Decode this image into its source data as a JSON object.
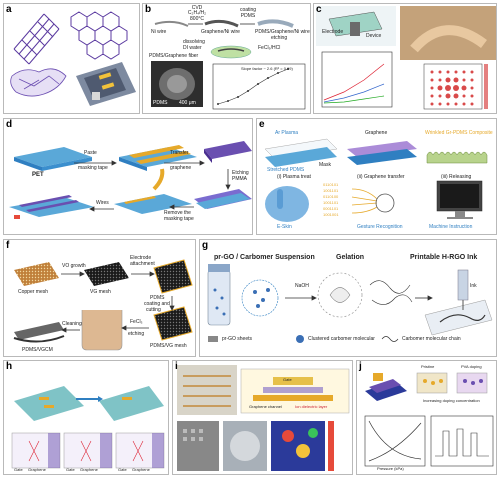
{
  "panels": {
    "a": {
      "label": "a"
    },
    "b": {
      "label": "b",
      "cvd": "CVD",
      "gas": "C₂H₄/H₂",
      "temp": "800°C",
      "coating": "coating",
      "pdms": "PDMS",
      "etching": "etching",
      "ni_wire": "Ni wire",
      "graphene_ni_wire": "Graphene/Ni wire",
      "pdms_graphene_ni_wire": "PDMS/Graphene/Ni wire",
      "dissolving": "dissolving",
      "di_water": "DI water",
      "fecl3_hcl": "FeCl₃/HCl",
      "pdms_graphene_fiber": "PDMS/Graphene fiber",
      "sem_label": "PDMS",
      "scale": "400 μm",
      "plot_note": "Slope factor ~ 2.6 (R² = 0.99)"
    },
    "c": {
      "label": "c",
      "electrode": "Electrode",
      "device": "Device"
    },
    "d": {
      "label": "d",
      "pet": "PET",
      "paste": "Paste",
      "masking_tape": "masking tape",
      "transfer": "Transfer",
      "graphene": "graphene",
      "etching": "Etching",
      "pmma": "PMMA",
      "wires": "Wires",
      "remove": "Remove the",
      "masking_tape2": "masking tape"
    },
    "e": {
      "label": "e",
      "plasma": "Ar Plasma",
      "stretched": "Stretched PDMS",
      "mask": "Mask",
      "graphene": "Graphene",
      "wrinkled": "Wrinkled Gr-PDMS Composite",
      "step1": "(i) Plasma treat",
      "step2": "(ii) Graphene transfer",
      "step3": "(iii) Releasing",
      "eskin": "E-Skin",
      "gesture": "Gesture Recognition",
      "machine": "Machine Instruction",
      "binary": [
        "0110101",
        "1001101",
        "0110100",
        "1001101",
        "0001101",
        "1001001"
      ]
    },
    "f": {
      "label": "f",
      "vo_growth": "VO growth",
      "electrode": "Electrode",
      "attachment": "attachment",
      "copper_mesh": "Copper mesh",
      "vg_mesh": "VG mesh",
      "pdms_coating": "PDMS",
      "coating_cutting": "coating and",
      "cutting": "cutting",
      "fecl3": "FeCl₃",
      "etching": "etching",
      "cleaning": "Cleaning",
      "pdms_vgcm": "PDMS/VGCM",
      "pdms_vg_mesh": "PDMS/VG mesh"
    },
    "g": {
      "label": "g",
      "title1": "pr-GO / Carbomer Suspension",
      "title2": "Gelation",
      "title3": "Printable H-RGO Ink",
      "naoh": "NaOH",
      "ink": "Ink",
      "legend1": "pr-GO sheets",
      "legend2": "Clustered carbomer molecular",
      "legend3": "Carbomer molecular chain"
    },
    "h": {
      "label": "h",
      "sub_labels": [
        "Gate",
        "Gate",
        "Gate",
        "Graphene",
        "Graphene",
        "Graphene"
      ]
    },
    "i": {
      "label": "i",
      "gate": "Gate",
      "graphene_channel": "Graphene channel",
      "dielectric": "Ion dielectric layer"
    },
    "j": {
      "label": "j",
      "pristine": "Pristine",
      "pva": "PVA doping",
      "note": "Increasing doping concentration",
      "x_axis": "Pressure (kPa)"
    }
  },
  "colors": {
    "panel_border": "#b9b9b9",
    "arrow_blue": "#2f7fc1",
    "gold": "#e6a92a",
    "substrate_blue": "#5aa8d8",
    "purple": "#6a4fb0",
    "text": "#222222"
  }
}
